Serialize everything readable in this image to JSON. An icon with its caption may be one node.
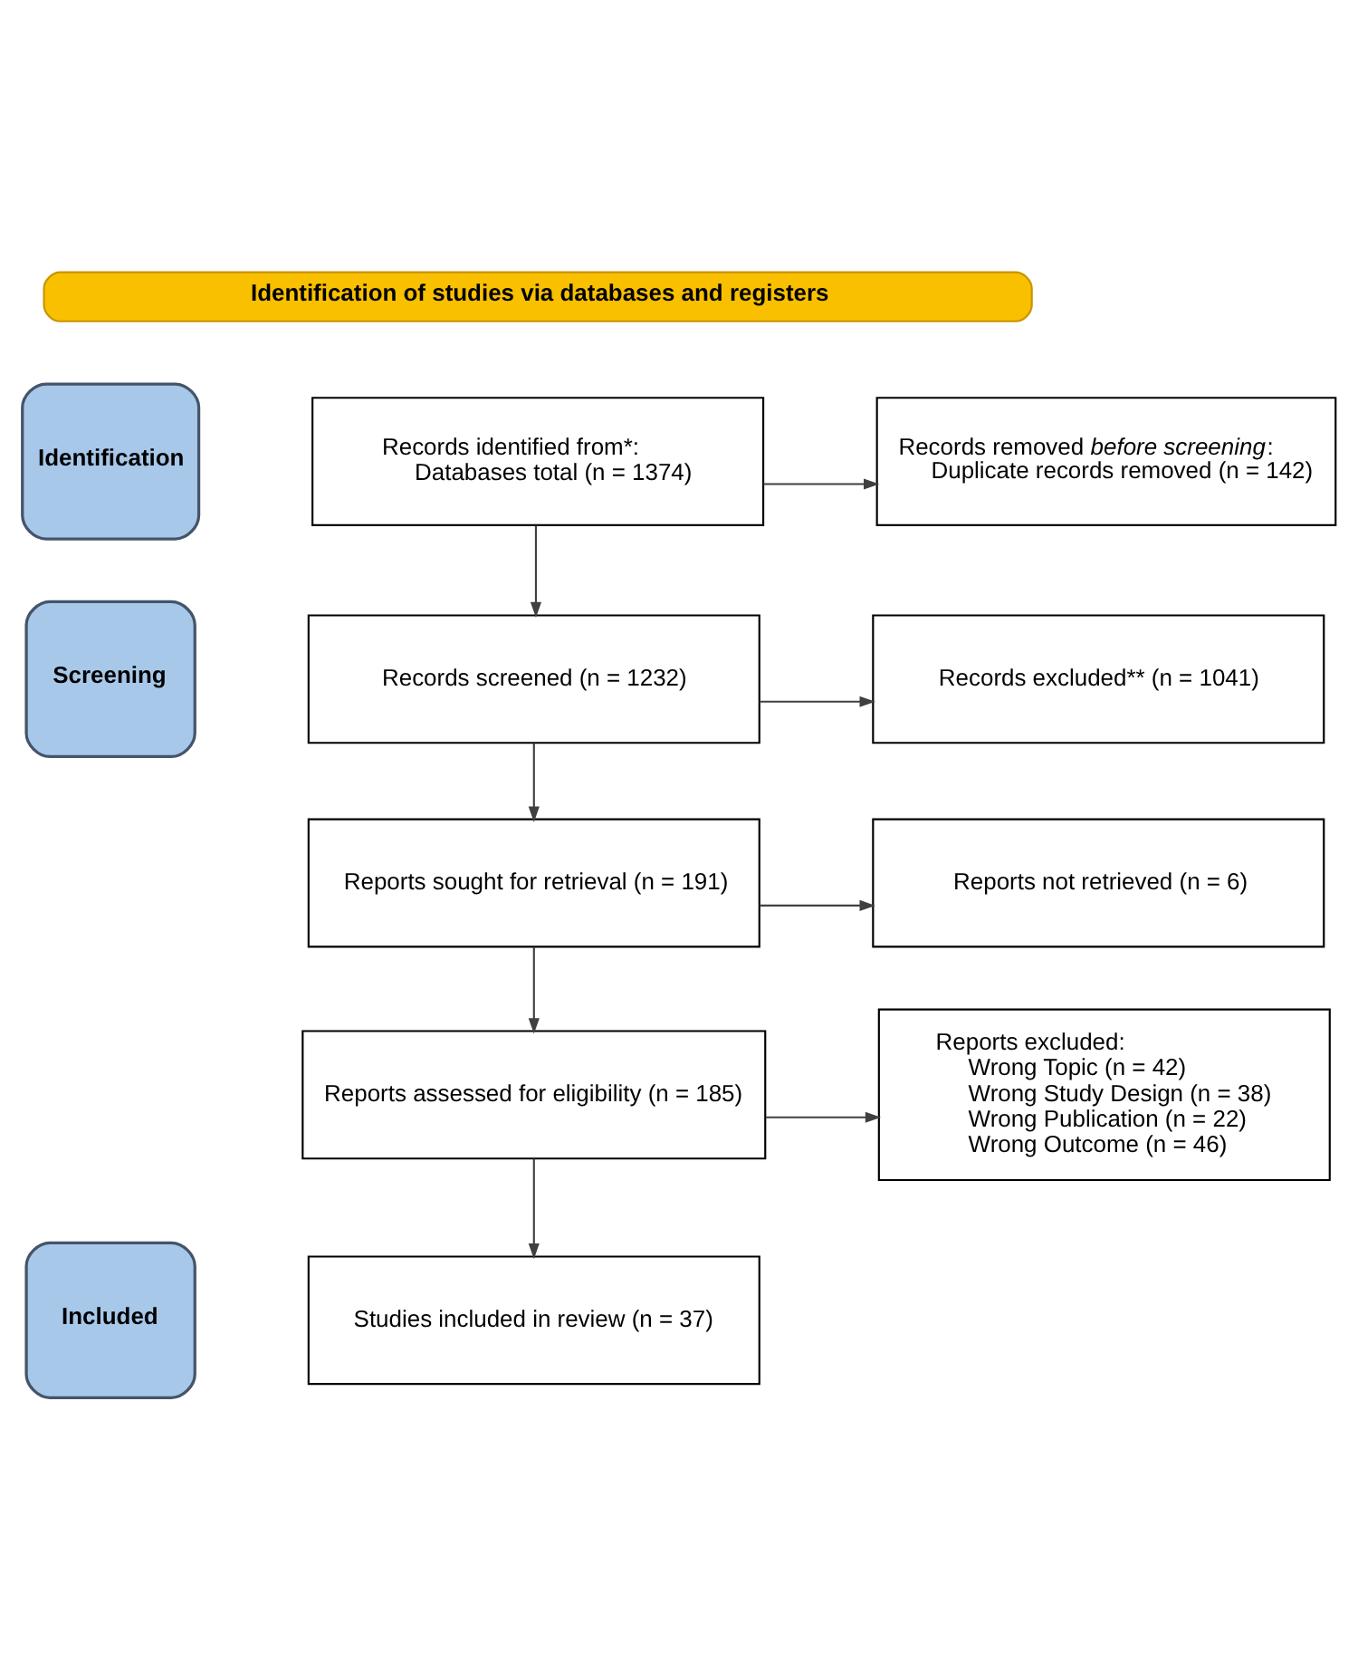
{
  "diagram": {
    "nodes": [
      {
        "text": [
          "Identification of studies via databases and registers"
        ]
      },
      {
        "text": [
          "Identification"
        ]
      },
      {
        "text": [
          "Records identified from*:",
          "Databases total (n = 1374)"
        ]
      },
      {
        "text": [
          "Records removed *before screening*:",
          "Duplicate records removed (n = 142)"
        ]
      },
      {
        "text": [
          "Screening"
        ]
      },
      {
        "text": [
          "Records screened (n = 1232)"
        ]
      },
      {
        "text": [
          "Records excluded** (n = 1041)"
        ]
      },
      {
        "text": [
          "Reports sought for retrieval (n = 191)"
        ]
      },
      {
        "text": [
          "Reports not retrieved (n = 6)"
        ]
      },
      {
        "text": [
          "Reports assessed for eligibility (n = 185)"
        ]
      },
      {
        "text": [
          "Reports excluded:",
          "Wrong Topic (n = 42)",
          "Wrong Study Design (n = 38)",
          "Wrong Publication (n = 22)",
          "Wrong Outcome (n = 46)"
        ]
      },
      {
        "text": [
          "Included"
        ]
      },
      {
        "text": [
          "Studies included in review (n = 37)"
        ]
      }
    ],
    "edges": [
      {
        "from": 2,
        "to": 3,
        "arrow": "to"
      },
      {
        "from": 2,
        "to": 5,
        "arrow": "to"
      },
      {
        "from": 5,
        "to": 6,
        "arrow": "to"
      },
      {
        "from": 5,
        "to": 7,
        "arrow": "to"
      },
      {
        "from": 7,
        "to": 8,
        "arrow": "to"
      },
      {
        "from": 7,
        "to": 9,
        "arrow": "to"
      },
      {
        "from": 9,
        "to": 10,
        "arrow": "to"
      },
      {
        "from": 9,
        "to": 12,
        "arrow": "to"
      }
    ]
  }
}
